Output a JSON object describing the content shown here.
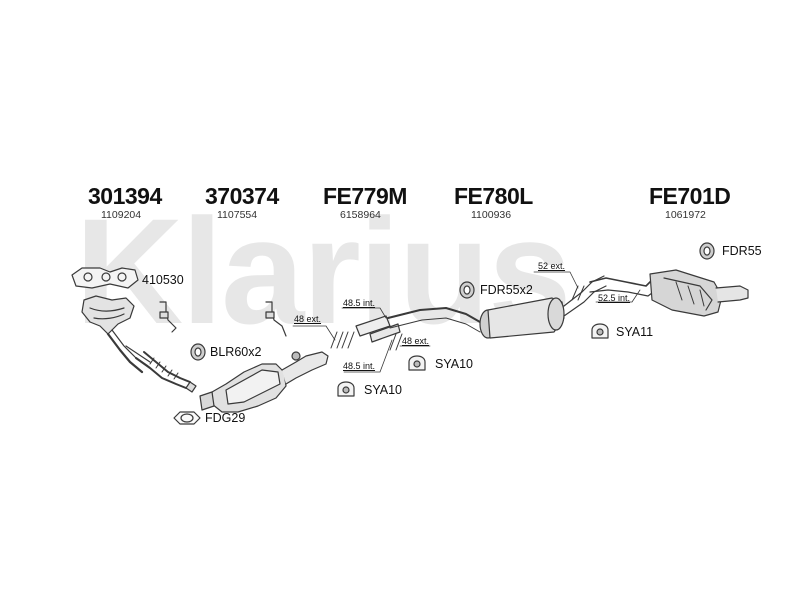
{
  "brand_watermark": "Klarius",
  "sections": [
    {
      "part_number": "301394",
      "oe_number": "1109204"
    },
    {
      "part_number": "370374",
      "oe_number": "1107554"
    },
    {
      "part_number": "FE779M",
      "oe_number": "6158964"
    },
    {
      "part_number": "FE780L",
      "oe_number": "1100936"
    },
    {
      "part_number": "FE701D",
      "oe_number": "1061972"
    }
  ],
  "fittings": {
    "gasket_410530": "410530",
    "blr60x2": "BLR60x2",
    "fdg29": "FDG29",
    "fdr55x2": "FDR55x2",
    "sya10_a": "SYA10",
    "sya10_b": "SYA10",
    "sya11": "SYA11",
    "fdr55": "FDR55"
  },
  "dimensions": {
    "d48_ext_a": "48 ext.",
    "d48_5_int_a": "48.5 int.",
    "d48_5_int_b": "48.5 int.",
    "d48_ext_b": "48 ext.",
    "d52_ext": "52 ext.",
    "d52_5_int": "52.5 int."
  },
  "colors": {
    "line": "#3a3a3a",
    "shade": "#cfcfcf",
    "watermark": "#e7e7e7"
  }
}
